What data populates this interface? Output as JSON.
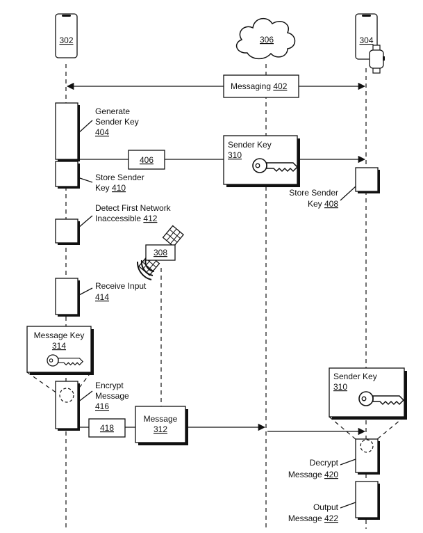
{
  "devices": {
    "sender_phone": "302",
    "server": "306",
    "receiver_phone": "304"
  },
  "messaging": {
    "label": "Messaging",
    "ref": "402"
  },
  "steps": {
    "generate": {
      "line1": "Generate",
      "line2": "Sender Key",
      "ref": "404"
    },
    "transmit": {
      "ref": "406"
    },
    "store_sender": {
      "line1": "Store Sender",
      "line2": "Key",
      "ref": "410"
    },
    "store_receiver": {
      "line1": "Store Sender",
      "line2": "Key",
      "ref": "408"
    },
    "detect": {
      "line1": "Detect First Network",
      "line2": "Inaccessible",
      "ref": "412"
    },
    "satellite": {
      "ref": "308"
    },
    "receive_input": {
      "line1": "Receive Input",
      "ref": "414"
    },
    "encrypt": {
      "line1": "Encrypt",
      "line2": "Message",
      "ref": "416"
    },
    "send": {
      "ref": "418"
    },
    "decrypt": {
      "line1": "Decrypt",
      "line2": "Message",
      "ref": "420"
    },
    "output": {
      "line1": "Output",
      "line2": "Message",
      "ref": "422"
    }
  },
  "keys": {
    "sender_key_top": {
      "label": "Sender Key",
      "ref": "310"
    },
    "message_key": {
      "label": "Message Key",
      "ref": "314"
    },
    "sender_key_bottom": {
      "label": "Sender Key",
      "ref": "310"
    }
  },
  "message": {
    "label": "Message",
    "ref": "312"
  }
}
